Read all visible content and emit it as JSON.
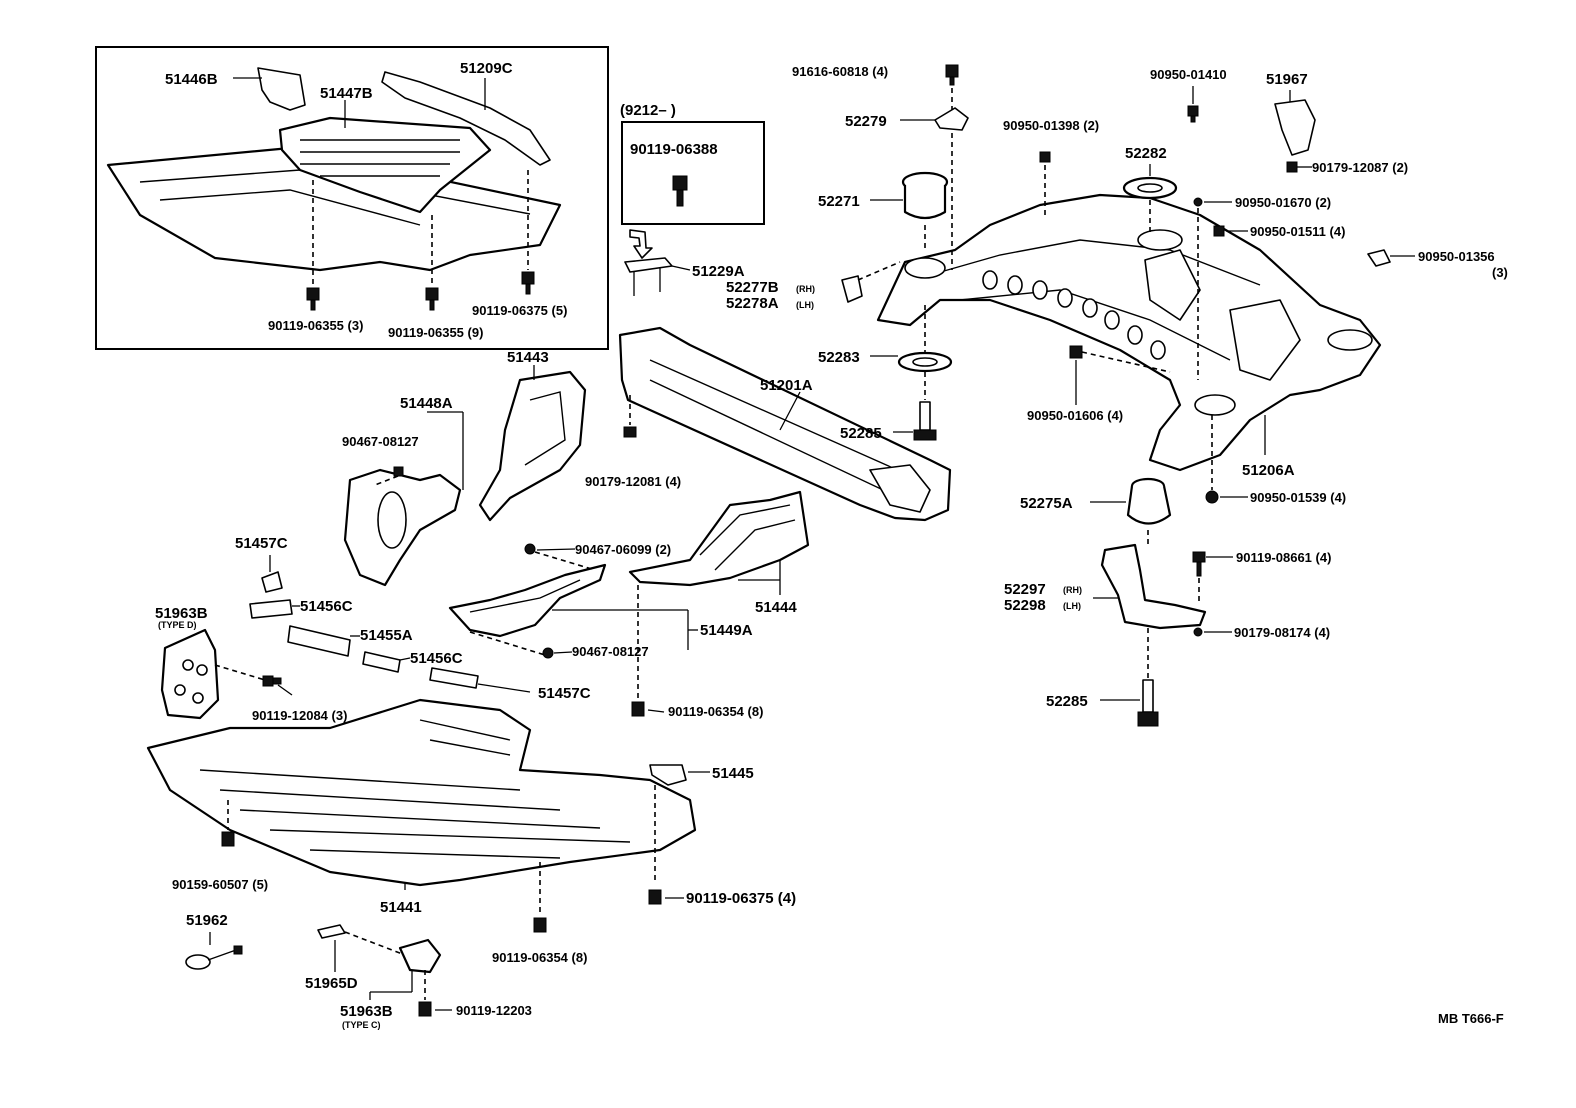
{
  "figure_ref": "MB T666-F",
  "inset_group": "(9212–        )",
  "callouts": {
    "c51446B": "51446B",
    "c51447B": "51447B",
    "c51209C": "51209C",
    "c90119_06355_3": "90119-06355 (3)",
    "c90119_06355_9": "90119-06355 (9)",
    "c90119_06375_5": "90119-06375 (5)",
    "c90119_06388": "90119-06388",
    "c51229A": "51229A",
    "c51443": "51443",
    "c51448A": "51448A",
    "c90467_08127_a": "90467-08127",
    "c51201A": "51201A",
    "c90179_12081": "90179-12081 (4)",
    "c91616_60818": "91616-60818 (4)",
    "c52279": "52279",
    "c52271": "52271",
    "c52277B": "52277B",
    "c52277B_side": "(RH)",
    "c52278A": "52278A",
    "c52278A_side": "(LH)",
    "c52283": "52283",
    "c52285_a": "52285",
    "c90950_01410": "90950-01410",
    "c51967": "51967",
    "c90179_12087": "90179-12087 (2)",
    "c90950_01398": "90950-01398 (2)",
    "c52282": "52282",
    "c90950_01670": "90950-01670 (2)",
    "c90950_01511": "90950-01511 (4)",
    "c90950_01356": "90950-01356",
    "c90950_01356_qty": "(3)",
    "c90950_01606": "90950-01606 (4)",
    "c51206A": "51206A",
    "c52275A": "52275A",
    "c90950_01539": "90950-01539 (4)",
    "c90119_08661": "90119-08661 (4)",
    "c52297": "52297",
    "c52297_side": "(RH)",
    "c52298": "52298",
    "c52298_side": "(LH)",
    "c90179_08174": "90179-08174 (4)",
    "c52285_b": "52285",
    "c51457C_a": "51457C",
    "c51456C_a": "51456C",
    "c51455A": "51455A",
    "c51456C_b": "51456C",
    "c51457C_b": "51457C",
    "c51963B_a": "51963B",
    "c51963B_a_type": "(TYPE D)",
    "c90119_12084": "90119-12084 (3)",
    "c90467_06099": "90467-06099 (2)",
    "c90467_08127_b": "90467-08127",
    "c51449A": "51449A",
    "c51444": "51444",
    "c90119_06354_a": "90119-06354 (8)",
    "c51445": "51445",
    "c90119_06375_4": "90119-06375 (4)",
    "c90159_60507": "90159-60507 (5)",
    "c51441": "51441",
    "c90119_06354_b": "90119-06354 (8)",
    "c51962": "51962",
    "c51965D": "51965D",
    "c51963B_b": "51963B",
    "c51963B_b_type": "(TYPE C)",
    "c90119_12203": "90119-12203"
  }
}
